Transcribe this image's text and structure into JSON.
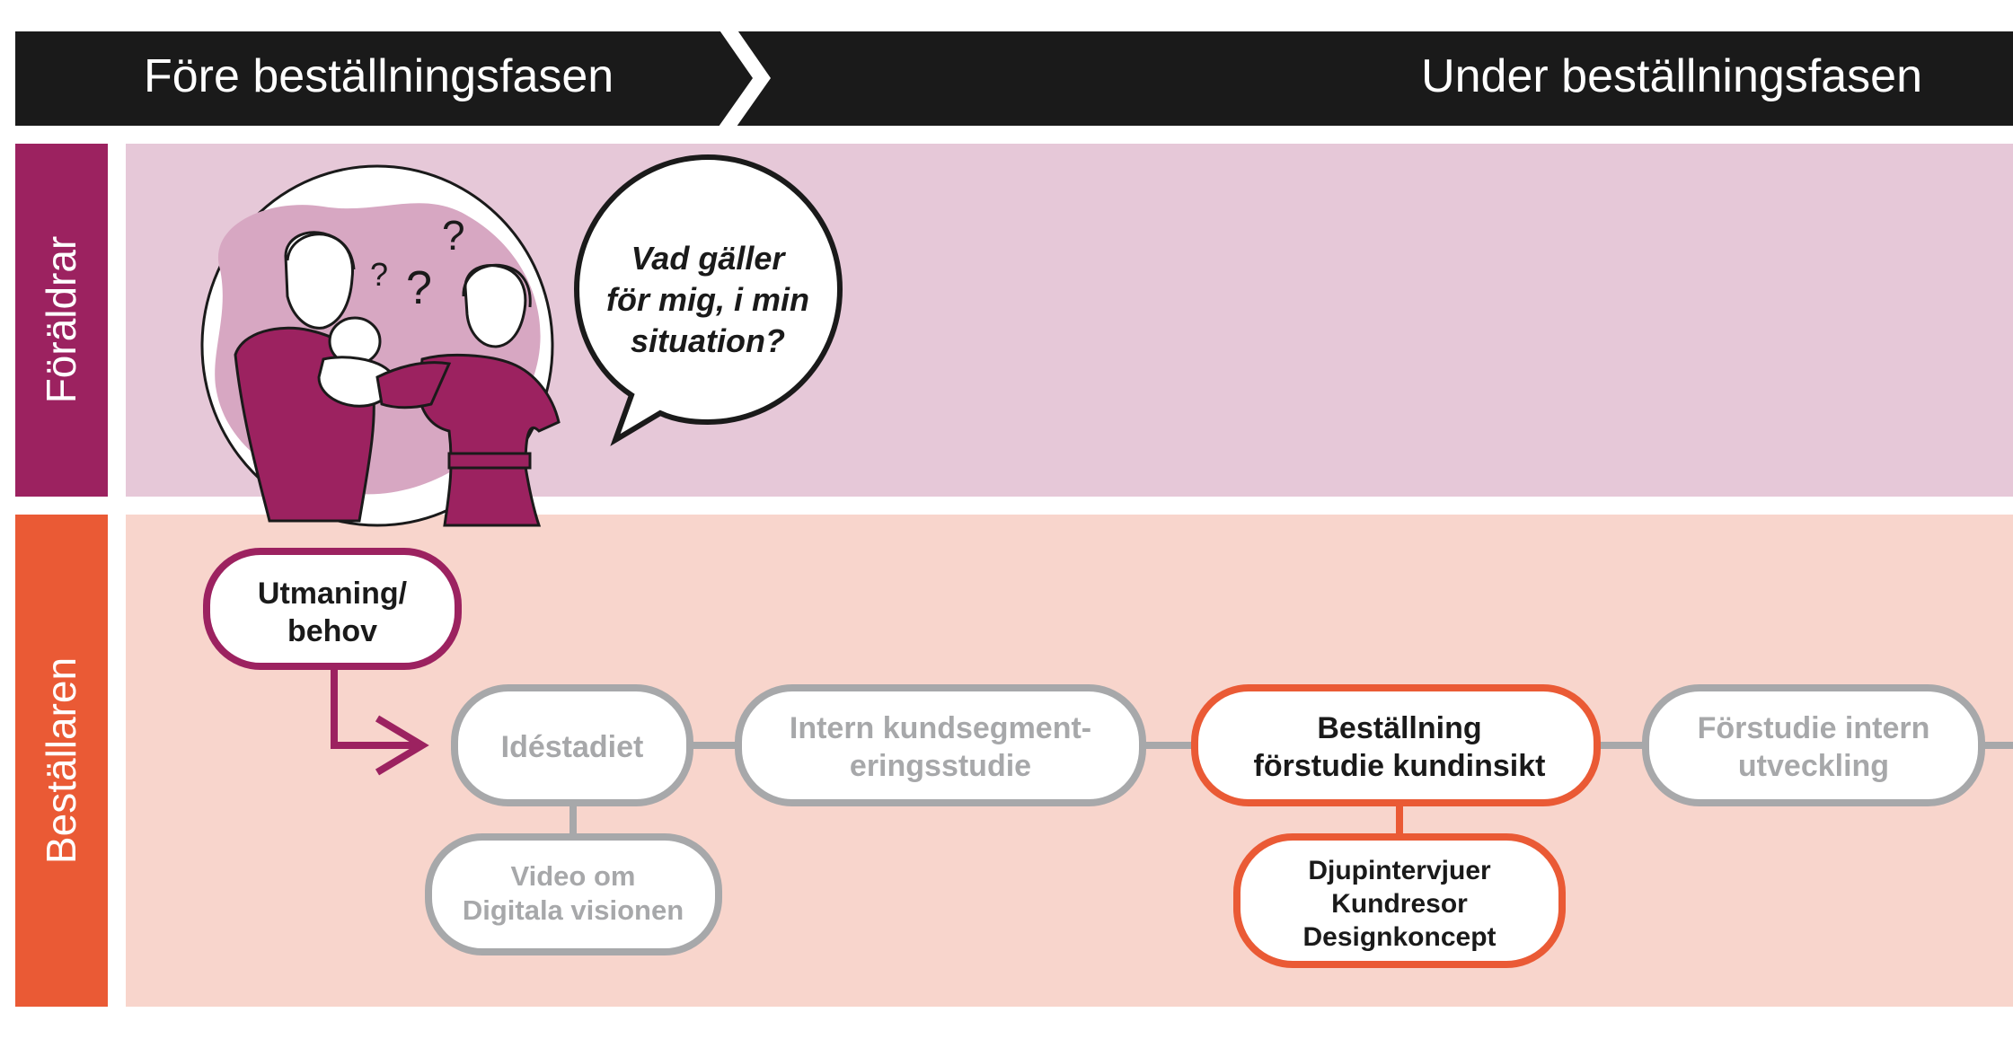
{
  "phases": {
    "before": "Före beställningsfasen",
    "during": "Under beställningsfasen"
  },
  "lanes": {
    "parents": "Föräldrar",
    "orderer": "Beställaren"
  },
  "illustration": {
    "description_icon": "parents-with-baby-icon",
    "speech_bubble": {
      "line1": "Vad gäller",
      "line2": "för mig, i min",
      "line3": "situation?"
    }
  },
  "nodes": {
    "challenge": {
      "line1": "Utmaning/",
      "line2": "behov"
    },
    "idea": {
      "line1": "Idéstadiet"
    },
    "video": {
      "line1": "Video om",
      "line2": "Digitala visionen"
    },
    "segmentation": {
      "line1": "Intern kundsegment-",
      "line2": "eringsstudie"
    },
    "order": {
      "line1": "Beställning",
      "line2": "förstudie kundinsikt"
    },
    "methods": {
      "line1": "Djupintervjuer",
      "line2": "Kundresor",
      "line3": "Designkoncept"
    },
    "prestudy": {
      "line1": "Förstudie intern",
      "line2": "utveckling"
    }
  },
  "colors": {
    "header_bg": "#1a1a1a",
    "parents_lane_label": "#9c2260",
    "parents_lane_bg": "#e6c8d8",
    "orderer_lane_label": "#ea5a35",
    "orderer_lane_bg": "#f8d5cc",
    "magenta": "#9c2260",
    "orange": "#e9573a",
    "gray": "#a7a8aa",
    "illustration_blob": "#d7a7c2"
  }
}
